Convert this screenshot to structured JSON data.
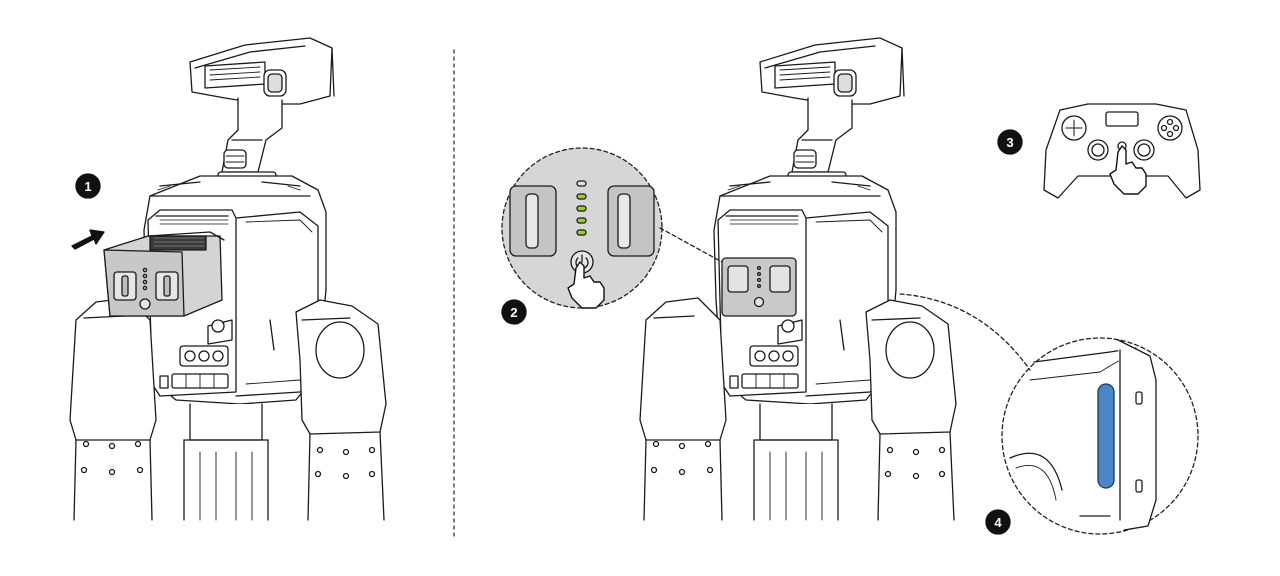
{
  "steps": [
    {
      "number": "1",
      "action": "insert-battery"
    },
    {
      "number": "2",
      "action": "press-power-button"
    },
    {
      "number": "3",
      "action": "press-controller-home-button"
    },
    {
      "number": "4",
      "action": "check-status-light"
    }
  ],
  "colors": {
    "line": "#1a1a1a",
    "badge": "#111111",
    "panel_gray": "#d0d0d0",
    "panel_dark": "#a8a8a8",
    "led_green": "#9acd32",
    "status_blue": "#4a86c8",
    "background": "#ffffff"
  },
  "icons": [
    "arrow-icon",
    "power-icon",
    "hand-pointer-icon",
    "game-controller-icon",
    "led-indicator-icon"
  ]
}
